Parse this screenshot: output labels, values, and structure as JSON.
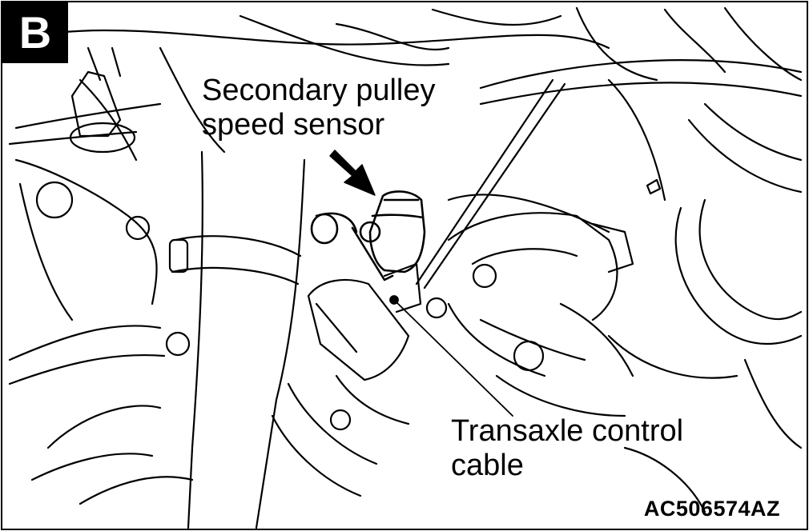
{
  "panel_label": "B",
  "callouts": {
    "sensor_line1": "Secondary pulley",
    "sensor_line2": "speed sensor",
    "cable_line1": "Transaxle control",
    "cable_line2": "cable"
  },
  "figure_code": "AC506574AZ",
  "colors": {
    "ink": "#000000",
    "paper": "#ffffff"
  }
}
